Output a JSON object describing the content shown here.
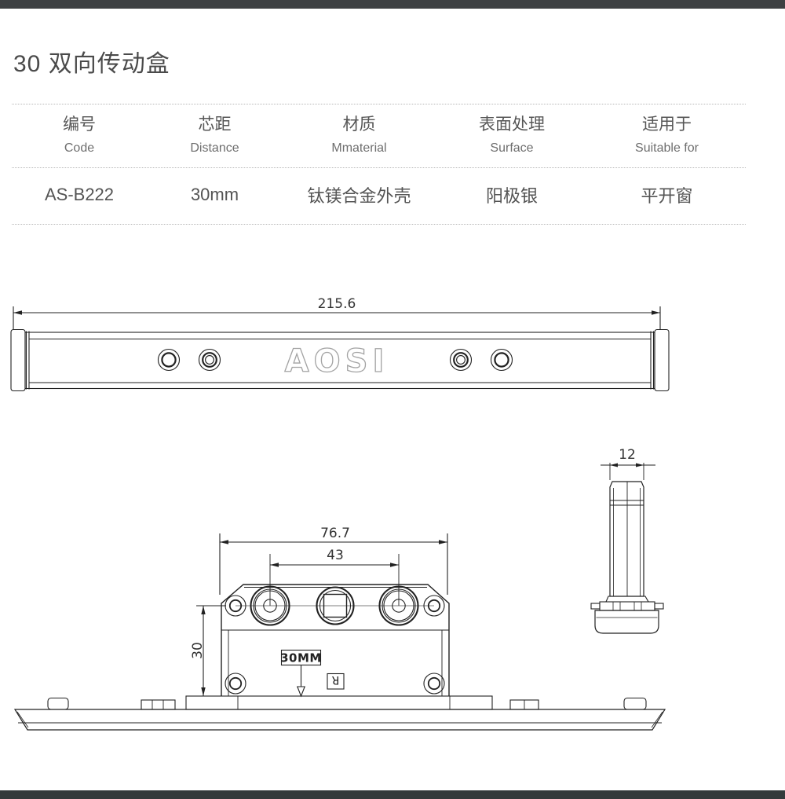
{
  "title": "30 双向传动盒",
  "colors": {
    "edge_bar_top": "#3e4143",
    "edge_bar_bottom": "#333a3b",
    "line_work": "#222222",
    "logo_outline": "#a3a3a3"
  },
  "spec_table": {
    "columns": [
      {
        "zh": "编号",
        "en": "Code",
        "value": "AS-B222"
      },
      {
        "zh": "芯距",
        "en": "Distance",
        "value": "30mm"
      },
      {
        "zh": "材质",
        "en": "Mmaterial",
        "value": "钛镁合金外壳"
      },
      {
        "zh": "表面处理",
        "en": "Surface",
        "value": "阳极银"
      },
      {
        "zh": "适用于",
        "en": "Suitable for",
        "value": "平开窗"
      }
    ]
  },
  "drawings": {
    "top_view": {
      "dim_length": "215.6",
      "logo": "AOSI"
    },
    "front_view": {
      "dim_overall_width": "76.7",
      "dim_hole_spacing": "43",
      "dim_height": "30",
      "label_spacing_box": "30MM",
      "label_r": "R"
    },
    "side_view": {
      "dim_width": "12"
    }
  }
}
